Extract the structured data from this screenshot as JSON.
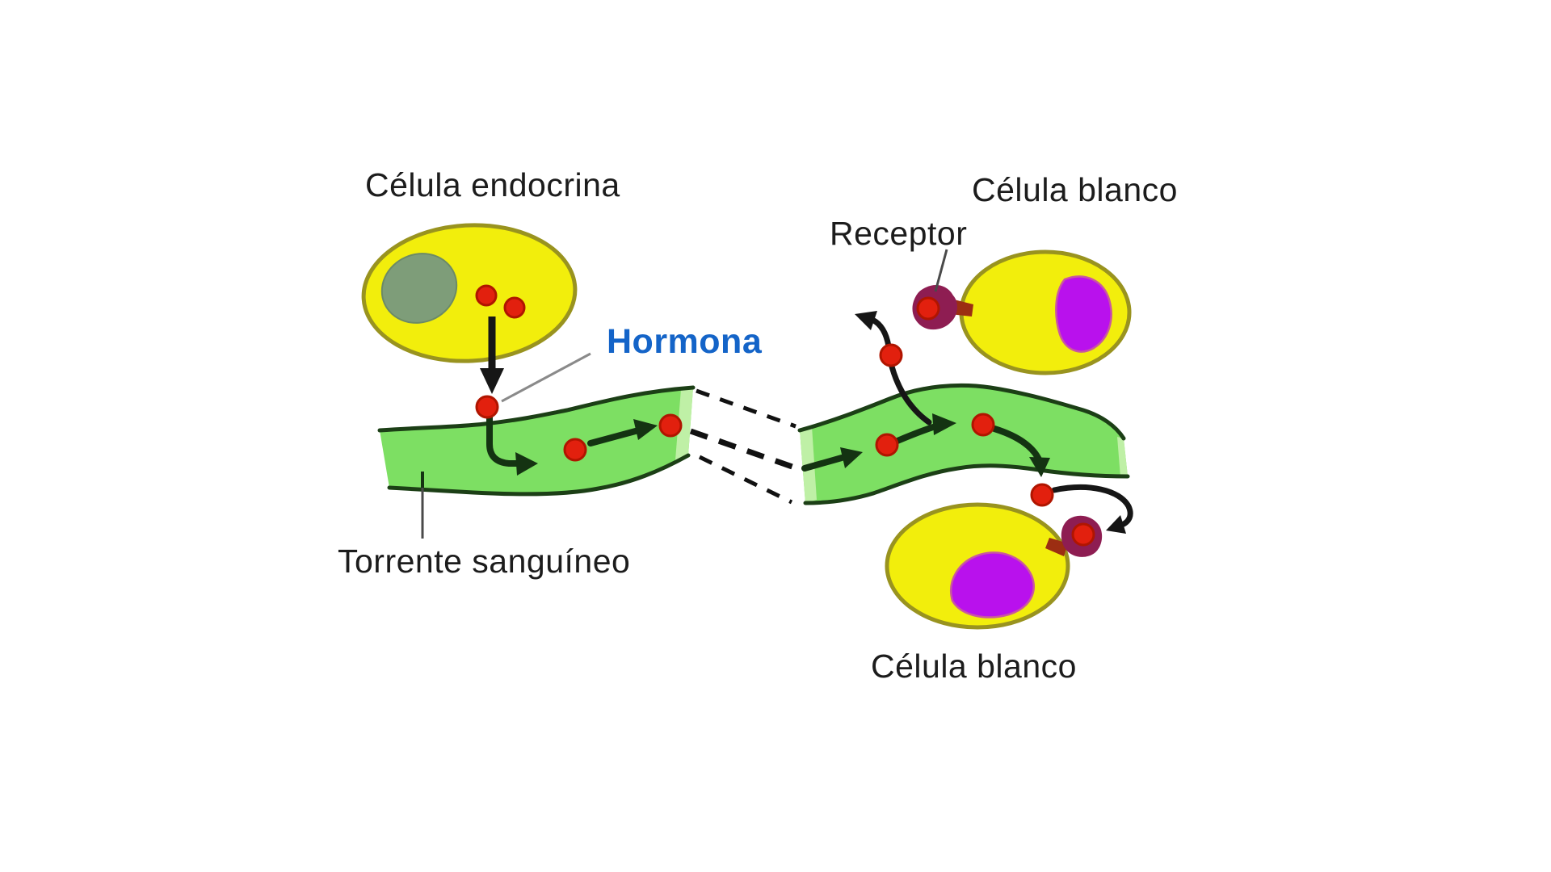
{
  "diagram": {
    "labels": {
      "endocrine_cell": "Célula endocrina",
      "hormone": "Hormona",
      "receptor": "Receptor",
      "target_cell_top": "Célula blanco",
      "target_cell_bottom": "Célula blanco",
      "bloodstream": "Torrente sanguíneo"
    },
    "colors": {
      "cell_fill": "#f2ee0c",
      "cell_border": "#99931f",
      "endocrine_nucleus": "#7e9d79",
      "target_nucleus": "#b911ed",
      "blood_band": "#7ddf63",
      "blood_band_light": "#bff0a6",
      "band_edge": "#1c3f16",
      "flow_arrow": "#143312",
      "black_arrow": "#161616",
      "hormone_dot": "#e2200e",
      "hormone_dot_edge": "#b01500",
      "receptor": "#8e1d52",
      "receptor_stem": "#9c2e12",
      "label_text": "#1c1c1c",
      "hormone_label_color": "#1464c8",
      "leader_line": "#8a8a8a"
    }
  }
}
